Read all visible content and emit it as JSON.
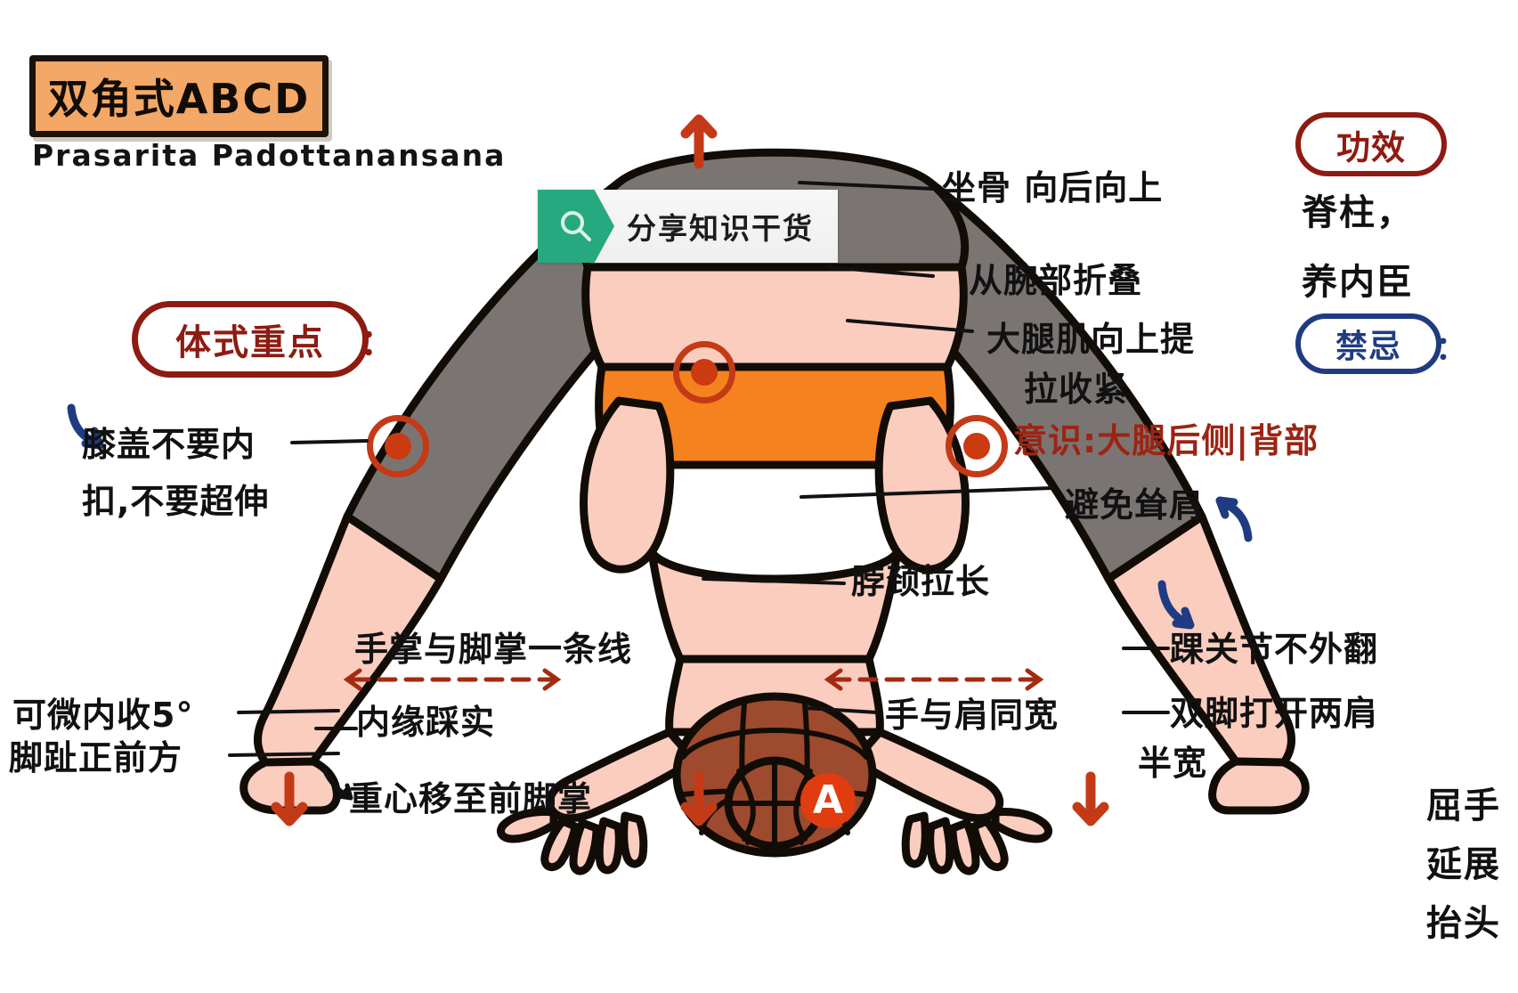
{
  "title": {
    "main": "双角式ABCD",
    "sanskrit": "Prasarita Padottanansana"
  },
  "watermark": {
    "icon": "search-icon",
    "text": "分享知识干货"
  },
  "sections": {
    "keypoints_label": "体式重点",
    "keypoints_colon": "：",
    "benefits_label": "功效",
    "contra_label": "禁忌",
    "contra_colon": "："
  },
  "benefits_lines": [
    "脊柱，",
    "养内臣"
  ],
  "contra_lines": [
    "屈手",
    "延展",
    "抬头"
  ],
  "annotations": {
    "sit_bones": "坐骨 向后向上",
    "fold_from_hips": "从腕部折叠",
    "thigh_lift_1": "大腿肌向上提",
    "thigh_lift_2": "拉收紧",
    "awareness": "意识:大腿后侧|背部",
    "avoid_shrug": "避免耸肩",
    "neck_long": "脖颈拉长",
    "hands_shoulder_width": "手与肩同宽",
    "ankle_no_evert": "踝关节不外翻",
    "feet_width": "双脚打开两肩",
    "feet_width_2": "半宽",
    "knee_line_1": "膝盖不要内",
    "knee_line_2": "扣,不要超伸",
    "inward_5deg": "可微内收5°",
    "toes_forward": "脚趾正前方",
    "palm_sole_line": "手掌与脚掌一条线",
    "inner_edge_press": "内缘踩实",
    "weight_forward": "重心移至前脚掌"
  },
  "badge": {
    "letter": "A"
  },
  "colors": {
    "title_bg": "#F3A868",
    "dark_red": "#8E1B12",
    "blue": "#1F3C82",
    "marker_red": "#CC3A10",
    "arrow_red": "#C43A17",
    "skin": "#FBCDBF",
    "leggings": "#7A7573",
    "shorts": "#F5821F",
    "hair": "#9E4A2E",
    "watermark_green": "#27A97F"
  }
}
